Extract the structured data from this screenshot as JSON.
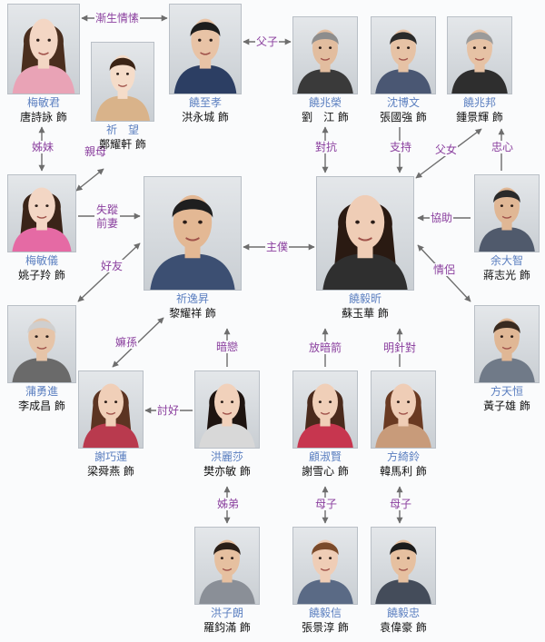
{
  "people": [
    {
      "id": "mei_min_kwan",
      "character": "梅敏君",
      "actor": "唐詩詠 飾"
    },
    {
      "id": "kei_mong",
      "character": "祈　望",
      "actor": "鄭耀軒 飾"
    },
    {
      "id": "yiu_chi_lei",
      "character": "饒至孝",
      "actor": "洪永城 飾"
    },
    {
      "id": "yiu_siu_wing",
      "character": "饒兆榮",
      "actor": "劉　江 飾"
    },
    {
      "id": "sum_bok_man",
      "character": "沈博文",
      "actor": "張國強 飾"
    },
    {
      "id": "yiu_siu_bong",
      "character": "饒兆邦",
      "actor": "鍾景輝 飾"
    },
    {
      "id": "mei_min_yi",
      "character": "梅敏儀",
      "actor": "姚子羚 飾"
    },
    {
      "id": "kei_yat_sing",
      "character": "祈逸昇",
      "actor": "黎耀祥 飾"
    },
    {
      "id": "yiu_ngai_yan",
      "character": "饒毅昕",
      "actor": "蘇玉華 飾"
    },
    {
      "id": "yu_dai_chi",
      "character": "余大智",
      "actor": "蔣志光 飾"
    },
    {
      "id": "po_yung_chun",
      "character": "蒲勇進",
      "actor": "李成昌 飾"
    },
    {
      "id": "fong_tin_hang",
      "character": "方天恒",
      "actor": "黃子雄 飾"
    },
    {
      "id": "tse_hau_lin",
      "character": "謝巧蓮",
      "actor": "梁舜燕 飾"
    },
    {
      "id": "hung_lai_sa",
      "character": "洪麗莎",
      "actor": "樊亦敏 飾"
    },
    {
      "id": "ku_suk_yin",
      "character": "顧淑賢",
      "actor": "謝雪心 飾"
    },
    {
      "id": "fong_yi_ling",
      "character": "方綺鈴",
      "actor": "韓馬利 飾"
    },
    {
      "id": "hung_chi_long",
      "character": "洪子朗",
      "actor": "羅鈞滿 飾"
    },
    {
      "id": "yiu_ngai_shun",
      "character": "饒毅信",
      "actor": "張景淳 飾"
    },
    {
      "id": "yiu_ngai_chung",
      "character": "饒毅忠",
      "actor": "袁偉豪 飾"
    }
  ],
  "relations": [
    {
      "id": "r1",
      "label": "漸生情愫",
      "from": "mei_min_kwan",
      "to": "yiu_chi_lei",
      "arrows": "both"
    },
    {
      "id": "r2",
      "label": "父子",
      "from": "yiu_chi_lei",
      "to": "yiu_siu_wing",
      "arrows": "both"
    },
    {
      "id": "r3",
      "label": "姊妹",
      "from": "mei_min_kwan",
      "to": "mei_min_yi",
      "arrows": "both"
    },
    {
      "id": "r4",
      "label": "親母",
      "from": "mei_min_yi",
      "to": "kei_mong",
      "arrows": "both"
    },
    {
      "id": "r5",
      "label": "失蹤前妻",
      "from": "mei_min_yi",
      "to": "kei_yat_sing",
      "arrows": "end"
    },
    {
      "id": "r6",
      "label": "好友",
      "from": "po_yung_chun",
      "to": "kei_yat_sing",
      "arrows": "both"
    },
    {
      "id": "r7",
      "label": "主僕",
      "from": "kei_yat_sing",
      "to": "yiu_ngai_yan",
      "arrows": "both"
    },
    {
      "id": "r8",
      "label": "對抗",
      "from": "yiu_siu_wing",
      "to": "yiu_ngai_yan",
      "arrows": "both"
    },
    {
      "id": "r9",
      "label": "支持",
      "from": "sum_bok_man",
      "to": "yiu_ngai_yan",
      "arrows": "end"
    },
    {
      "id": "r10",
      "label": "父女",
      "from": "yiu_siu_bong",
      "to": "yiu_ngai_yan",
      "arrows": "both"
    },
    {
      "id": "r11",
      "label": "忠心",
      "from": "yu_dai_chi",
      "to": "yiu_siu_bong",
      "arrows": "end"
    },
    {
      "id": "r12",
      "label": "協助",
      "from": "yu_dai_chi",
      "to": "yiu_ngai_yan",
      "arrows": "end"
    },
    {
      "id": "r13",
      "label": "情侶",
      "from": "yiu_ngai_yan",
      "to": "fong_tin_hang",
      "arrows": "both"
    },
    {
      "id": "r14",
      "label": "嫲孫",
      "from": "tse_hau_lin",
      "to": "kei_yat_sing",
      "arrows": "both"
    },
    {
      "id": "r15",
      "label": "暗戀",
      "from": "hung_lai_sa",
      "to": "kei_yat_sing",
      "arrows": "end"
    },
    {
      "id": "r16",
      "label": "討好",
      "from": "hung_lai_sa",
      "to": "tse_hau_lin",
      "arrows": "end"
    },
    {
      "id": "r17",
      "label": "放暗箭",
      "from": "ku_suk_yin",
      "to": "yiu_ngai_yan",
      "arrows": "end"
    },
    {
      "id": "r18",
      "label": "明針對",
      "from": "fong_yi_ling",
      "to": "yiu_ngai_yan",
      "arrows": "end"
    },
    {
      "id": "r19",
      "label": "姊弟",
      "from": "hung_lai_sa",
      "to": "hung_chi_long",
      "arrows": "both"
    },
    {
      "id": "r20",
      "label": "母子",
      "from": "ku_suk_yin",
      "to": "yiu_ngai_shun",
      "arrows": "both"
    },
    {
      "id": "r21",
      "label": "母子",
      "from": "fong_yi_ling",
      "to": "yiu_ngai_chung",
      "arrows": "both"
    }
  ],
  "colors": {
    "character_name": "#5b7fc0",
    "actor_name": "#111111",
    "relation_label": "#8a3f9e",
    "connector": "#6d6d6d"
  }
}
